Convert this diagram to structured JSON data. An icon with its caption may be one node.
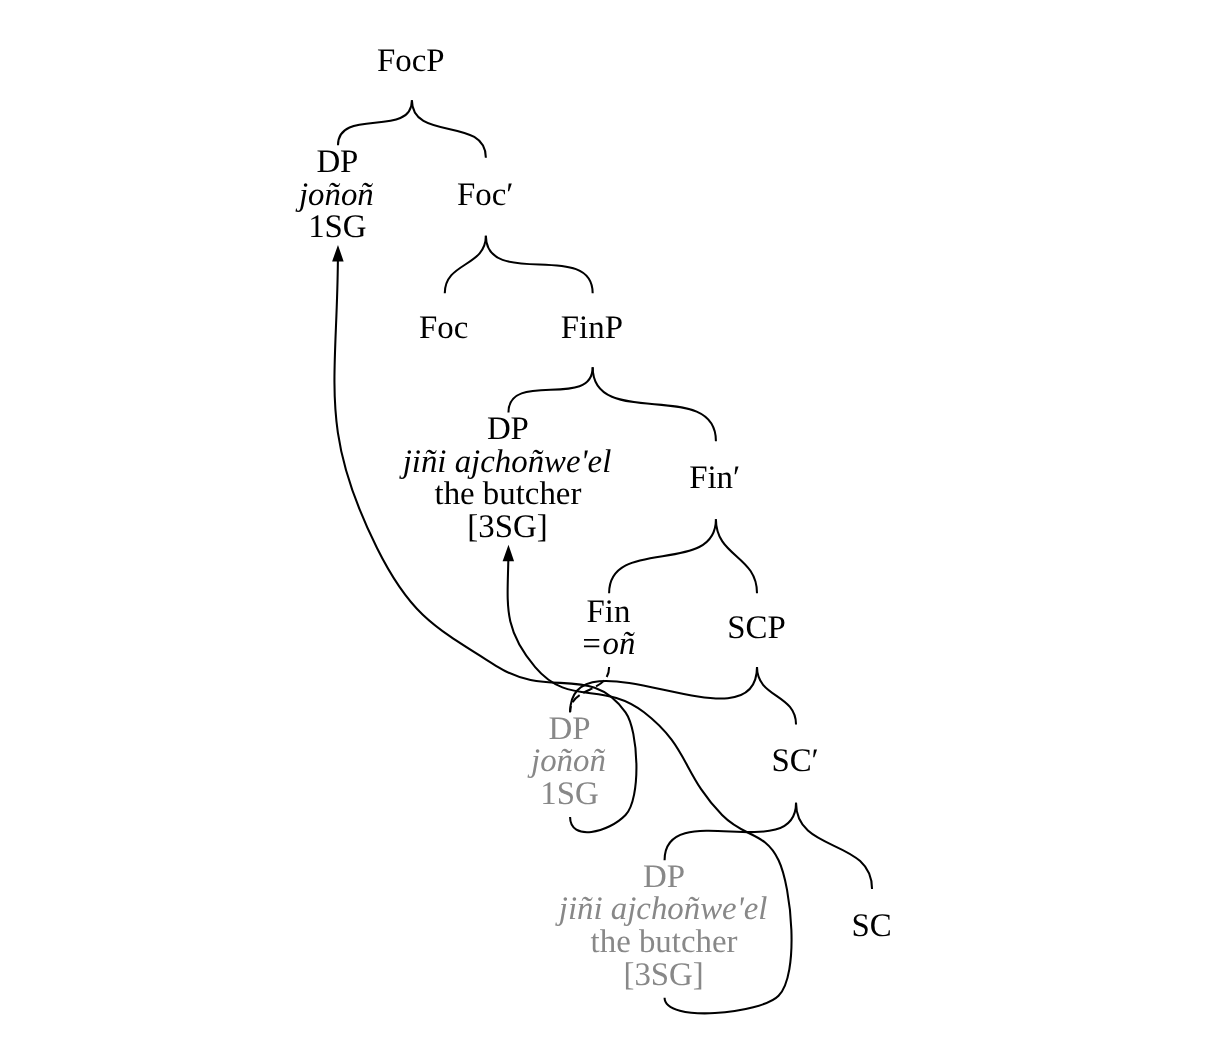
{
  "diagram": {
    "nodes": [
      {
        "text": [
          "FocP"
        ]
      },
      {
        "text": [
          "DP",
          "joñoñ",
          "1SG"
        ]
      },
      {
        "text": [
          "Foc′"
        ]
      },
      {
        "text": [
          "Foc"
        ]
      },
      {
        "text": [
          "FinP"
        ]
      },
      {
        "text": [
          "DP",
          "jiñi ajchoñwe'el",
          "the butcher",
          "[3SG]"
        ]
      },
      {
        "text": [
          "Fin′"
        ]
      },
      {
        "text": [
          "Fin",
          "=oñ"
        ]
      },
      {
        "text": [
          "SCP"
        ]
      },
      {
        "text": [
          "DP",
          "joñoñ",
          "1SG"
        ]
      },
      {
        "text": [
          "SC′"
        ]
      },
      {
        "text": [
          "SC"
        ]
      },
      {
        "text": [
          "DP",
          "jiñi ajchoñwe'el",
          "the butcher",
          "[3SG]"
        ]
      }
    ],
    "edges": [
      {
        "from": 0,
        "to": 1,
        "arrow": "none"
      },
      {
        "from": 0,
        "to": 2,
        "arrow": "none"
      },
      {
        "from": 2,
        "to": 3,
        "arrow": "none"
      },
      {
        "from": 2,
        "to": 4,
        "arrow": "none"
      },
      {
        "from": 4,
        "to": 5,
        "arrow": "none"
      },
      {
        "from": 4,
        "to": 6,
        "arrow": "none"
      },
      {
        "from": 6,
        "to": 7,
        "arrow": "none"
      },
      {
        "from": 6,
        "to": 8,
        "arrow": "none"
      },
      {
        "from": 8,
        "to": 9,
        "arrow": "none"
      },
      {
        "from": 8,
        "to": 10,
        "arrow": "none"
      },
      {
        "from": 10,
        "to": 11,
        "arrow": "none"
      },
      {
        "from": 10,
        "to": 12,
        "arrow": "none"
      },
      {
        "from": 7,
        "to": 9,
        "arrow": "none",
        "style": "dashed"
      },
      {
        "from": 9,
        "to": 1,
        "arrow": "to"
      },
      {
        "from": 12,
        "to": 5,
        "arrow": "to"
      }
    ]
  }
}
